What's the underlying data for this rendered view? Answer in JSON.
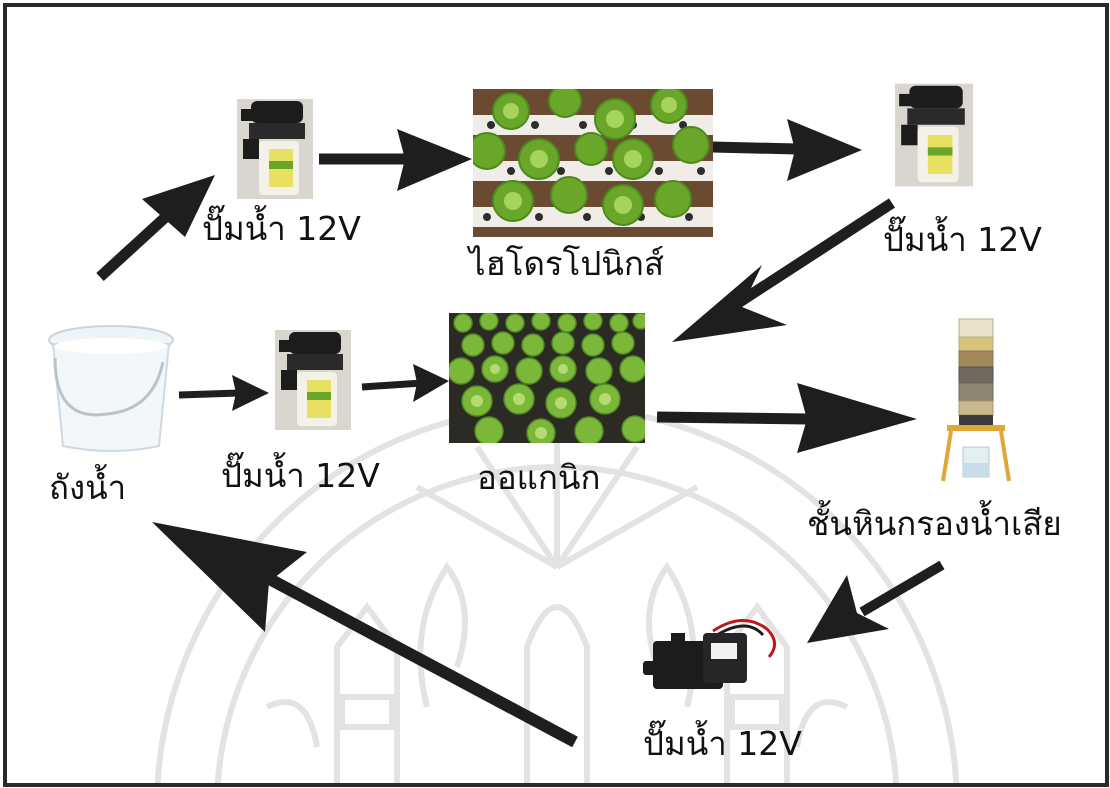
{
  "labels": {
    "pump_top_left": "ปั๊มน้ำ 12V",
    "hydroponics": "ไฮโดรโปนิกส์",
    "pump_top_right": "ปั๊มน้ำ 12V",
    "water_tank": "ถังน้ำ",
    "pump_middle": "ปั๊มน้ำ 12V",
    "organic": "ออแกนิก",
    "filter_layer": "ชั้นหินกรองน้ำเสีย",
    "pump_bottom": "ปั๊มน้ำ 12V"
  },
  "colors": {
    "arrow": "#1e1e1e",
    "watermark": "#e3e3e3",
    "lettuce": "#6aa62a",
    "pump_body": "#1c1c1c",
    "pump_label": "#e8e060"
  }
}
